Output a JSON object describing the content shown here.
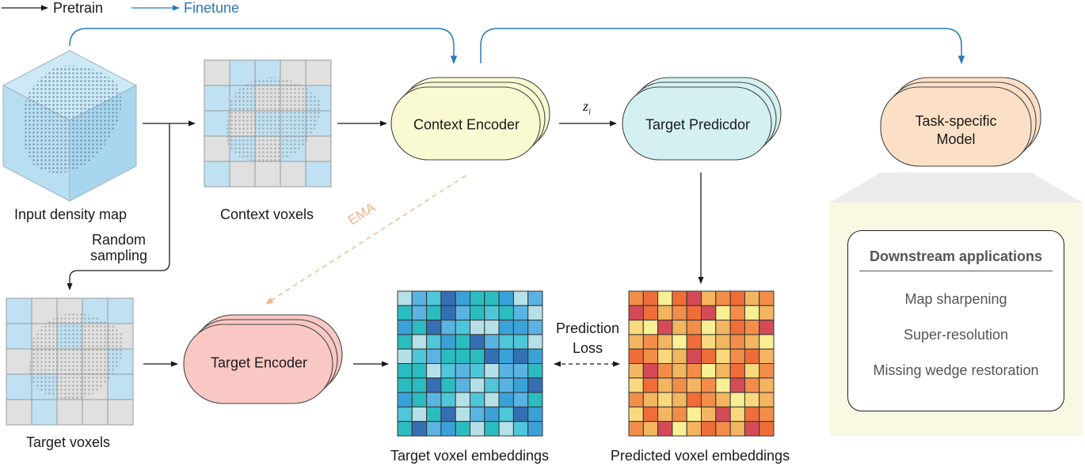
{
  "legend": {
    "pretrain_label": "Pretrain",
    "finetune_label": "Finetune"
  },
  "labels": {
    "input_density_map": "Input density map",
    "context_voxels": "Context voxels",
    "target_voxels": "Target voxels",
    "random_sampling_line1": "Random",
    "random_sampling_line2": "sampling",
    "ema": "EMA",
    "z": "z",
    "z_sub": "i",
    "prediction_loss_line1": "Prediction",
    "prediction_loss_line2": "Loss",
    "target_voxel_embeddings": "Target voxel embeddings",
    "predicted_voxel_embeddings": "Predicted voxel embeddings"
  },
  "blocks": {
    "context_encoder": "Context Encoder",
    "target_predictor": "Target Predicdor",
    "target_encoder": "Target Encoder",
    "task_model_line1": "Task-specific",
    "task_model_line2": "Model"
  },
  "downstream": {
    "title": "Downstream applications",
    "items": [
      "Map sharpening",
      "Super-resolution",
      "Missing wedge restoration"
    ]
  },
  "colors": {
    "finetune_blue": "#2a7ab8",
    "ema_orange": "#f0b488",
    "context_encoder_fill": "#fafad2",
    "target_predictor_fill": "#d4f0f0",
    "target_encoder_fill": "#f9c7c4",
    "task_model_fill": "#fbe0c7",
    "voxel_blue": "#bfe1f3",
    "voxel_gray": "#e0e0e0"
  },
  "grids": {
    "context_mask": [
      [
        0,
        1,
        1,
        0,
        0
      ],
      [
        1,
        1,
        0,
        0,
        1
      ],
      [
        1,
        0,
        1,
        1,
        1
      ],
      [
        0,
        1,
        0,
        1,
        0
      ],
      [
        1,
        0,
        0,
        0,
        1
      ]
    ],
    "target_mask": [
      [
        1,
        0,
        0,
        1,
        1
      ],
      [
        1,
        0,
        1,
        0,
        0
      ],
      [
        0,
        0,
        0,
        0,
        1
      ],
      [
        1,
        1,
        0,
        0,
        1
      ],
      [
        0,
        1,
        0,
        0,
        0
      ]
    ],
    "target_embeddings": [
      [
        2,
        1,
        4,
        5,
        0,
        3,
        3,
        0,
        2,
        1
      ],
      [
        3,
        1,
        3,
        5,
        1,
        3,
        4,
        3,
        1,
        2
      ],
      [
        0,
        3,
        5,
        1,
        4,
        2,
        2,
        0,
        0,
        1
      ],
      [
        3,
        2,
        4,
        0,
        3,
        5,
        1,
        4,
        4,
        2
      ],
      [
        2,
        4,
        1,
        3,
        3,
        3,
        5,
        0,
        5,
        0
      ],
      [
        3,
        3,
        2,
        4,
        1,
        4,
        2,
        1,
        1,
        3
      ],
      [
        3,
        3,
        5,
        3,
        1,
        2,
        4,
        1,
        0,
        5
      ],
      [
        0,
        3,
        1,
        4,
        2,
        4,
        2,
        0,
        1,
        3
      ],
      [
        4,
        2,
        3,
        5,
        2,
        1,
        0,
        4,
        5,
        0
      ],
      [
        3,
        5,
        1,
        0,
        3,
        2,
        3,
        2,
        4,
        0
      ]
    ],
    "predicted_embeddings": [
      [
        1,
        3,
        4,
        3,
        5,
        2,
        1,
        3,
        2,
        1
      ],
      [
        5,
        3,
        2,
        1,
        3,
        5,
        4,
        1,
        4,
        2
      ],
      [
        0,
        4,
        5,
        2,
        1,
        4,
        2,
        3,
        1,
        5
      ],
      [
        2,
        1,
        2,
        4,
        3,
        0,
        2,
        1,
        2,
        4
      ],
      [
        3,
        1,
        0,
        2,
        5,
        3,
        0,
        1,
        3,
        2
      ],
      [
        2,
        5,
        1,
        2,
        1,
        4,
        2,
        3,
        0,
        1
      ],
      [
        0,
        3,
        2,
        1,
        2,
        1,
        4,
        5,
        1,
        2
      ],
      [
        1,
        2,
        0,
        2,
        3,
        1,
        2,
        4,
        0,
        2
      ],
      [
        0,
        3,
        2,
        1,
        4,
        2,
        5,
        0,
        3,
        1
      ],
      [
        1,
        2,
        5,
        4,
        2,
        3,
        1,
        2,
        5,
        3
      ]
    ],
    "target_palette": [
      "#3aa2d9",
      "#5ab3e2",
      "#b6e0e7",
      "#2bbcc0",
      "#4fc6d9",
      "#356fb3"
    ],
    "predicted_palette": [
      "#f9d87e",
      "#f28e4a",
      "#f3b560",
      "#ef6d39",
      "#f9ef94",
      "#d44b57"
    ]
  }
}
